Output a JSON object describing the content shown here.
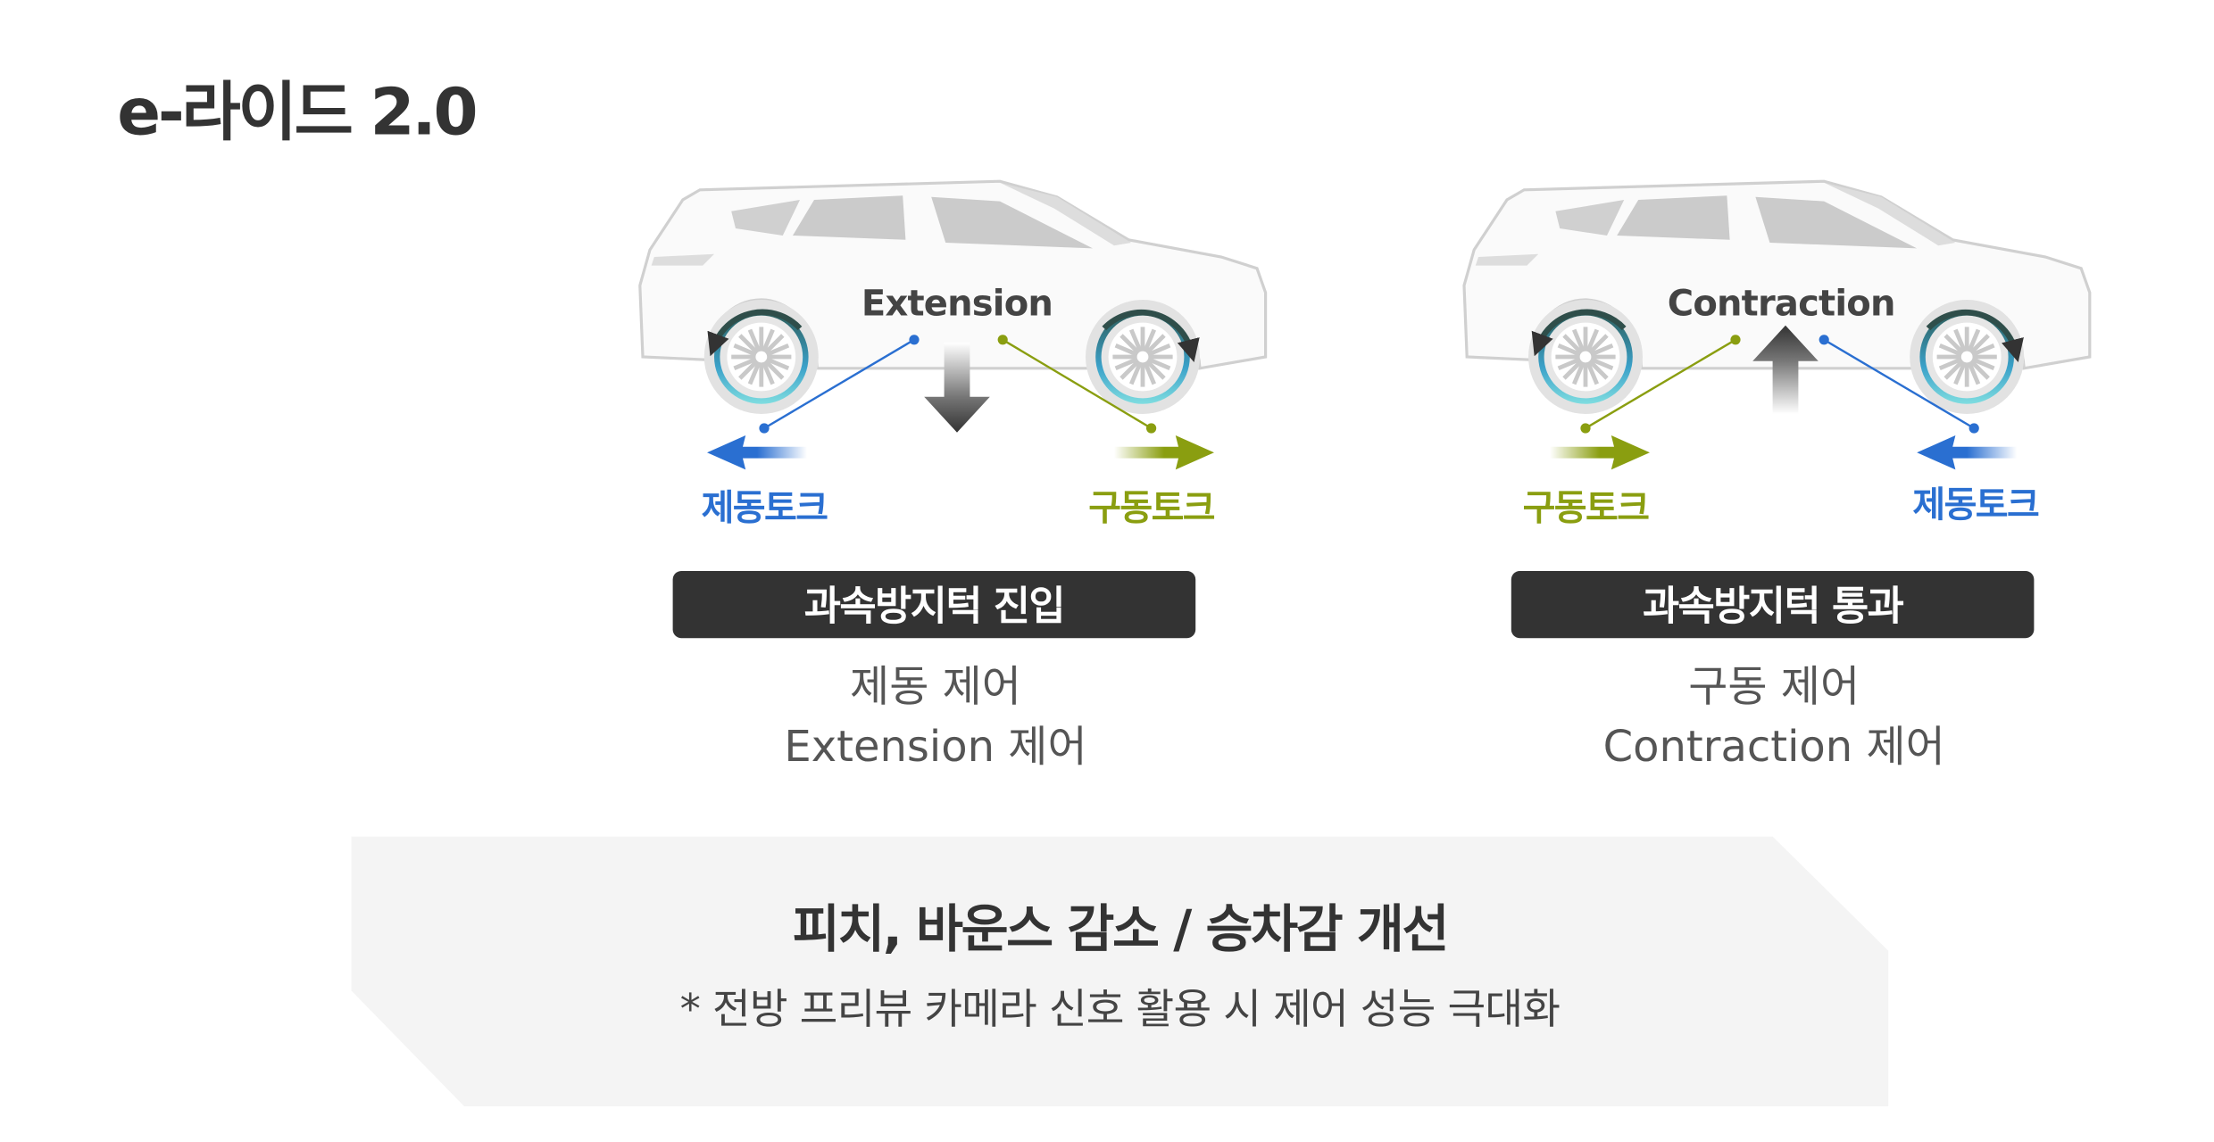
{
  "title": "e-라이드 2.0",
  "colors": {
    "brake": "#2a6fd1",
    "drive": "#8a9e10",
    "badge": "#333333",
    "panel": "#f4f4f4"
  },
  "left": {
    "mode": "Extension",
    "brake_label": "제동토크",
    "drive_label": "구동토크",
    "badge": "과속방지턱 진입",
    "line1": "제동 제어",
    "line2": "Extension 제어"
  },
  "right": {
    "mode": "Contraction",
    "drive_label": "구동토크",
    "brake_label": "제동토크",
    "badge": "과속방지턱 통과",
    "line1": "구동 제어",
    "line2": "Contraction 제어"
  },
  "panel": {
    "title": "피치, 바운스 감소 / 승차감 개선",
    "note": "* 전방 프리뷰 카메라 신호 활용 시 제어 성능 극대화"
  }
}
